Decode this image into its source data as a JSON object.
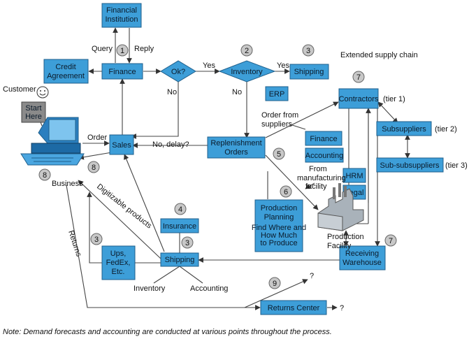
{
  "boxes": {
    "financial_institution": [
      "Financial",
      "Institution"
    ],
    "credit_agreement": [
      "Credit",
      "Agreement"
    ],
    "finance": "Finance",
    "ok": "Ok?",
    "inventory_diamond": "Inventory",
    "shipping_top": "Shipping",
    "erp": "ERP",
    "contractors": "Contractors",
    "start_here": [
      "Start",
      "Here"
    ],
    "sales": "Sales",
    "replenishment_orders": [
      "Replenishment",
      "Orders"
    ],
    "subsuppliers": "Subsuppliers",
    "sub_subsuppliers": "Sub-subsuppliers",
    "finance_small": "Finance",
    "accounting_small": "Accounting",
    "hrm": "HRM",
    "legal": "Legal",
    "production_planning": [
      "Production",
      "Planning",
      "Find Where and",
      "How Much",
      "to Produce"
    ],
    "insurance": "Insurance",
    "shipping_bottom": "Shipping",
    "ups_fedex": [
      "Ups,",
      "FedEx,",
      "Etc."
    ],
    "receiving_warehouse": [
      "Receiving",
      "Warehouse"
    ],
    "returns_center": "Returns Center"
  },
  "labels": {
    "query": "Query",
    "reply": "Reply",
    "yes1": "Yes",
    "yes2": "Yes",
    "no1": "No",
    "no2": "No",
    "extended_supply_chain": "Extended supply chain",
    "customer": "Customer",
    "order": "Order",
    "no_delay": "No, delay?",
    "order_from_suppliers": [
      "Order from",
      "suppliers"
    ],
    "tier1": "(tier 1)",
    "tier2": "(tier 2)",
    "tier3": "(tier 3)",
    "from_manufacturing": [
      "From",
      "manufacturing",
      "facility"
    ],
    "business": "Business",
    "digitizable_products": "Digitizable products",
    "returns": "Returns",
    "production_facility": [
      "Production",
      "Facility"
    ],
    "inventory_bottom": "Inventory",
    "accounting_bottom": "Accounting",
    "q1": "?",
    "q2": "?"
  },
  "numbers": {
    "n1": "1",
    "n2": "2",
    "n3a": "3",
    "n3b": "3",
    "n3c": "3",
    "n4": "4",
    "n5": "5",
    "n6": "6",
    "n7a": "7",
    "n7b": "7",
    "n8a": "8",
    "n8b": "8",
    "n9": "9"
  },
  "note": "Note: Demand forecasts and accounting are conducted at various points throughout the process.",
  "colors": {
    "box": "#3d9ed8",
    "box_stroke": "#1f5f8b",
    "circle": "#c8c8c8",
    "line": "#444444",
    "start_here": "#8a8a8a"
  }
}
